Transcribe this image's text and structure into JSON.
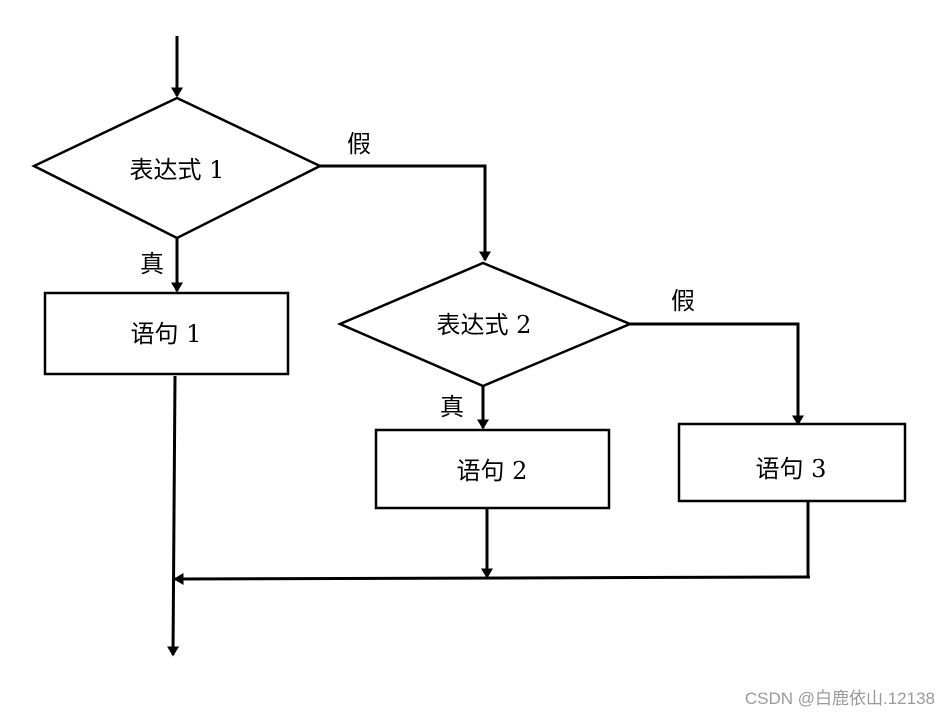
{
  "flowchart": {
    "decision1": {
      "text": "表达式 1"
    },
    "decision2": {
      "text": "表达式 2"
    },
    "statement1": {
      "text": "语句 1"
    },
    "statement2": {
      "text": "语句 2"
    },
    "statement3": {
      "text": "语句 3"
    },
    "branch_labels": {
      "d1_true": "真",
      "d1_false": "假",
      "d2_true": "真",
      "d2_false": "假"
    }
  },
  "watermark": "CSDN @白鹿依山.12138"
}
